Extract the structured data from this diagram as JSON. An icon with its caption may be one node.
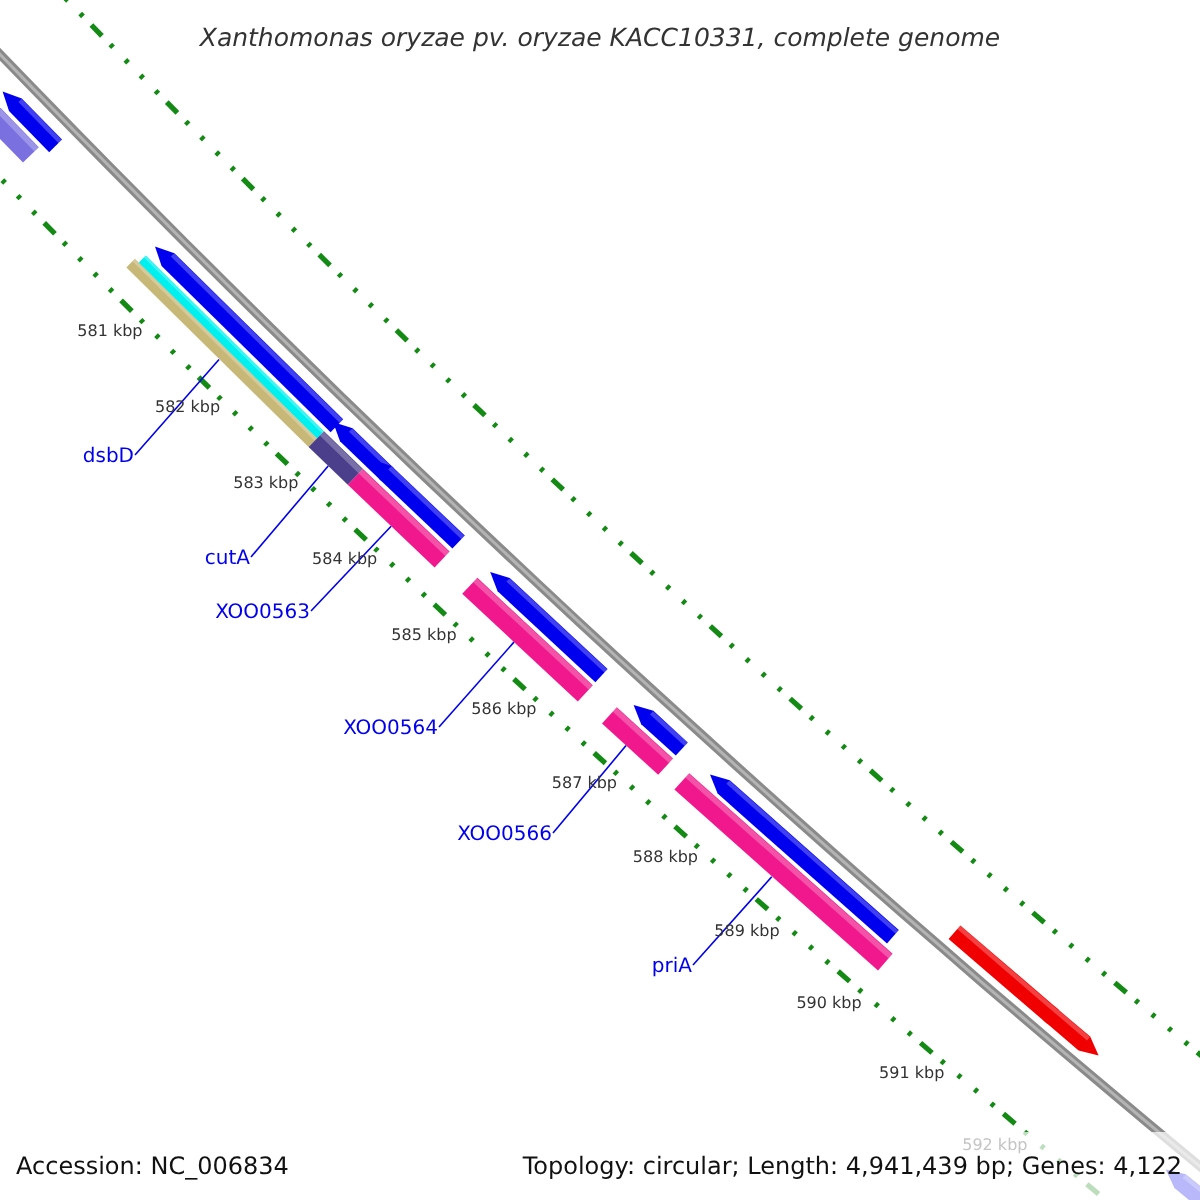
{
  "diagram": {
    "title": "Xanthomonas oryzae pv. oryzae KACC10331, complete genome",
    "nodes": [
      {
        "text": [
          "dsbD"
        ]
      },
      {
        "text": [
          "cutA"
        ]
      },
      {
        "text": [
          "XOO0563"
        ]
      },
      {
        "text": [
          "XOO0564"
        ]
      },
      {
        "text": [
          "XOO0566"
        ]
      },
      {
        "text": [
          "priA"
        ]
      },
      {
        "text": [],
        "shape": "bar"
      },
      {
        "text": [],
        "shape": "bar"
      },
      {
        "text": [],
        "shape": "bar"
      },
      {
        "text": [],
        "shape": "bar"
      },
      {
        "text": [],
        "shape": "bar"
      },
      {
        "text": [],
        "shape": "bar"
      }
    ],
    "edges": [
      {
        "from": 0,
        "to": 6,
        "arrow": "none"
      },
      {
        "from": 1,
        "to": 7,
        "arrow": "none"
      },
      {
        "from": 2,
        "to": 8,
        "arrow": "none"
      },
      {
        "from": 3,
        "to": 9,
        "arrow": "none"
      },
      {
        "from": 4,
        "to": 10,
        "arrow": "none"
      },
      {
        "from": 5,
        "to": 11,
        "arrow": "none"
      }
    ],
    "labels": [
      "581 kbp",
      "582 kbp",
      "583 kbp",
      "584 kbp",
      "585 kbp",
      "586 kbp",
      "587 kbp",
      "588 kbp",
      "589 kbp",
      "590 kbp",
      "591 kbp",
      "592 kbp",
      "Accession: NC_006834",
      "Topology: circular; Length: 4,941,439 bp; Genes: 4,122"
    ]
  }
}
